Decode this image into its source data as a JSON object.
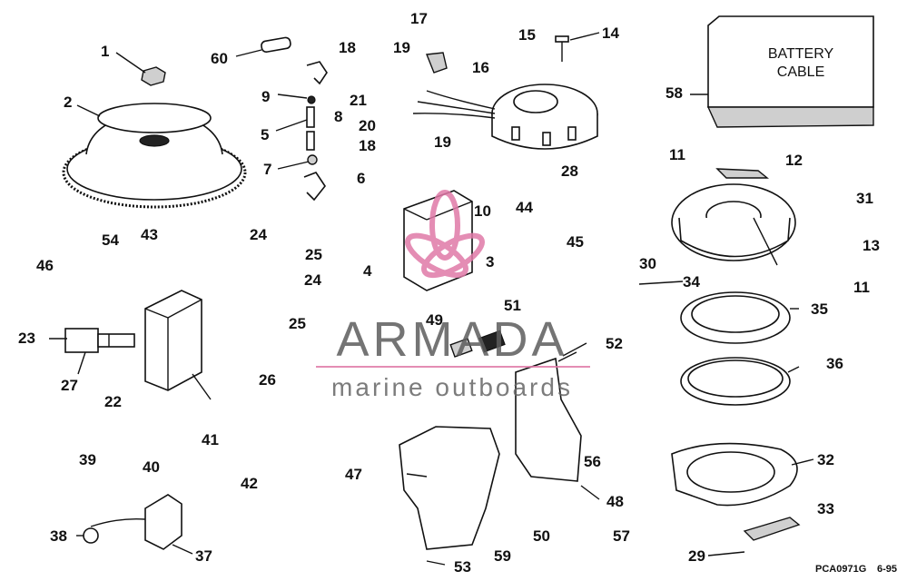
{
  "diagram": {
    "battery_cable": [
      "BATTERY",
      "CABLE"
    ],
    "drawing_code": "PCA0971G",
    "drawing_date": "6-95",
    "watermark": {
      "brand": "ARMADA",
      "tagline": "marine outboards"
    },
    "callouts": [
      "1",
      "2",
      "3",
      "4",
      "5",
      "6",
      "7",
      "8",
      "9",
      "10",
      "11",
      "11",
      "12",
      "13",
      "14",
      "15",
      "16",
      "17",
      "18",
      "18",
      "19",
      "19",
      "20",
      "21",
      "22",
      "23",
      "24",
      "24",
      "25",
      "25",
      "26",
      "27",
      "28",
      "29",
      "30",
      "31",
      "32",
      "33",
      "34",
      "35",
      "36",
      "37",
      "38",
      "39",
      "40",
      "41",
      "42",
      "43",
      "44",
      "45",
      "46",
      "47",
      "48",
      "49",
      "50",
      "51",
      "52",
      "53",
      "54",
      "56",
      "57",
      "58",
      "59",
      "60"
    ]
  }
}
